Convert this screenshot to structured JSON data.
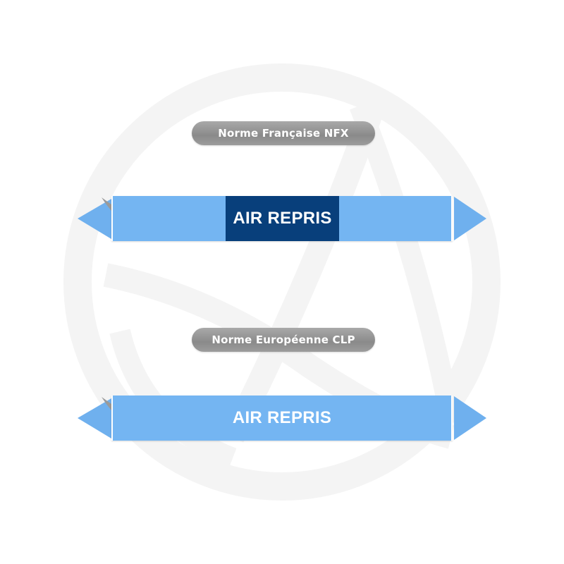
{
  "watermark": {
    "icon": "circular-logo-watermark",
    "color": "#f3f3f3"
  },
  "sections": [
    {
      "standard_label": "Norme Française NFX",
      "marker": {
        "text": "AIR REPRIS",
        "body_color": "#74b5f2",
        "band_color": "#083f7b",
        "text_color": "#ffffff",
        "style": "center-band"
      }
    },
    {
      "standard_label": "Norme Européenne CLP",
      "marker": {
        "text": "AIR REPRIS",
        "body_color": "#74b5f2",
        "text_color": "#ffffff",
        "style": "full-color"
      }
    }
  ],
  "colors": {
    "pill_gray": "#959595",
    "arrow_blue": "#6fb0ee",
    "peel_gray": "#9a9a9a"
  }
}
